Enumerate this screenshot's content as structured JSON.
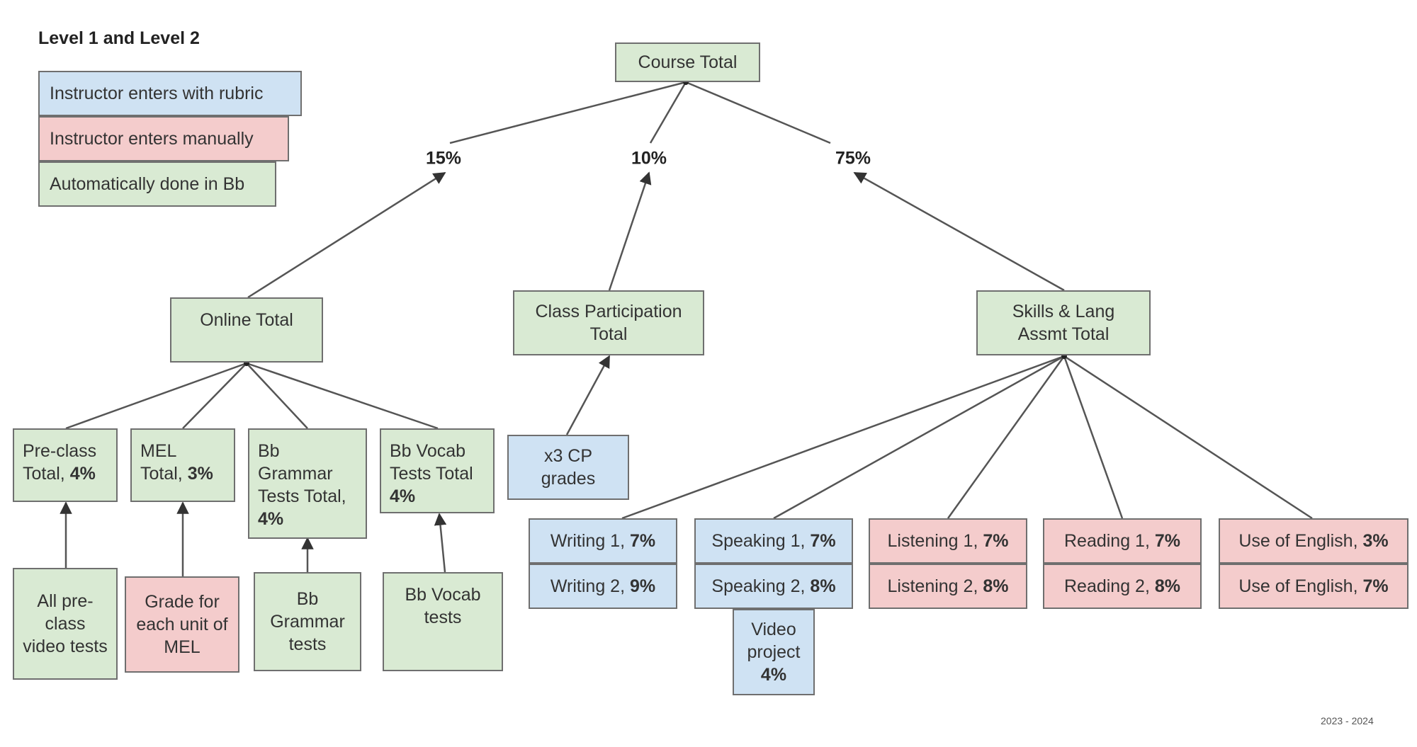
{
  "title": "Level 1 and Level 2",
  "legend": {
    "rubric": "Instructor enters with rubric",
    "manual": "Instructor enters manually",
    "auto": "Automatically done in Bb"
  },
  "colors": {
    "green": "#d9ead3",
    "blue": "#cfe2f3",
    "red": "#f4cccc",
    "line": "#555555"
  },
  "course_total": "Course Total",
  "weights": {
    "online": "15%",
    "participation": "10%",
    "skills": "75%"
  },
  "online": {
    "total": "Online Total",
    "preclass": {
      "text": "Pre-class Total, ",
      "pct": "4%"
    },
    "mel": {
      "text": "MEL Total, ",
      "pct": "3%"
    },
    "grammar": {
      "text": "Bb Grammar Tests Total, ",
      "pct": "4%"
    },
    "vocab": {
      "text": "Bb Vocab Tests Total ",
      "pct": "4%"
    },
    "preclass_source": "All pre-class video tests",
    "mel_source": "Grade for each unit of MEL",
    "grammar_source": "Bb Grammar tests",
    "vocab_source": "Bb Vocab tests"
  },
  "participation": {
    "total": "Class Participation Total",
    "grades": "x3 CP grades"
  },
  "skills": {
    "total": "Skills & Lang Assmt Total",
    "writing1": {
      "text": "Writing 1, ",
      "pct": "7%"
    },
    "writing2": {
      "text": "Writing 2, ",
      "pct": "9%"
    },
    "speaking1": {
      "text": "Speaking 1, ",
      "pct": "7%"
    },
    "speaking2": {
      "text": "Speaking 2, ",
      "pct": "8%"
    },
    "video": {
      "text": "Video project ",
      "pct": "4%"
    },
    "listening1": {
      "text": "Listening 1, ",
      "pct": "7%"
    },
    "listening2": {
      "text": "Listening 2, ",
      "pct": "8%"
    },
    "reading1": {
      "text": "Reading 1, ",
      "pct": "7%"
    },
    "reading2": {
      "text": "Reading 2, ",
      "pct": "8%"
    },
    "english1": {
      "text": "Use of English, ",
      "pct": "3%"
    },
    "english2": {
      "text": "Use of English, ",
      "pct": "7%"
    }
  },
  "year": "2023 - 2024"
}
